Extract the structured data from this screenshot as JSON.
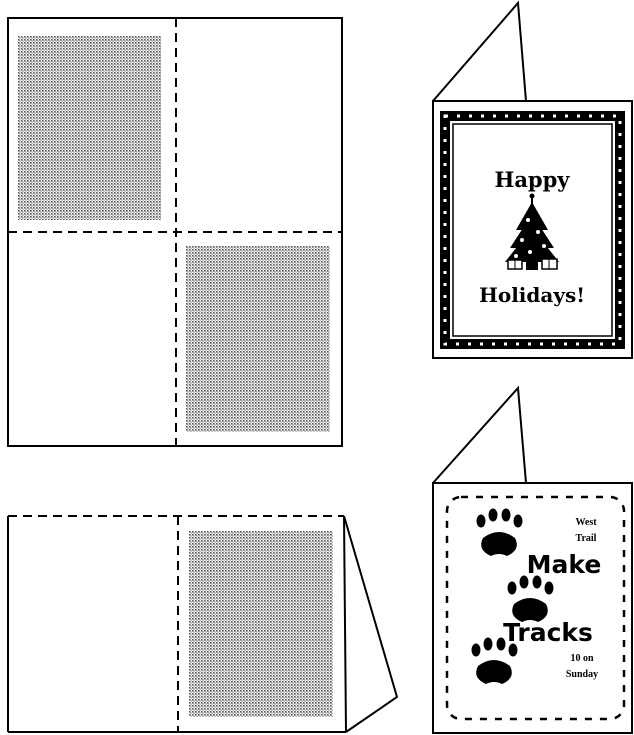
{
  "diagrams": {
    "quarter_fold_sheet": {
      "shaded_panels": [
        "top-left",
        "bottom-right"
      ]
    },
    "half_fold_card": {
      "shaded_panels": [
        "right"
      ]
    }
  },
  "cards": {
    "holiday_card": {
      "line1": "Happy",
      "line2": "Holidays!",
      "art": "christmas-tree-icon",
      "border": "rope-border"
    },
    "tracks_card": {
      "corner_top_1": "West",
      "corner_top_2": "Trail",
      "line1": "Make",
      "line2": "Tracks",
      "corner_bottom_1": "10 on",
      "corner_bottom_2": "Sunday",
      "art": "paw-print-icon",
      "border": "dashed-wave-border"
    }
  },
  "colors": {
    "ink": "#000000",
    "paper": "#ffffff",
    "shade": "#9a9a9a"
  }
}
